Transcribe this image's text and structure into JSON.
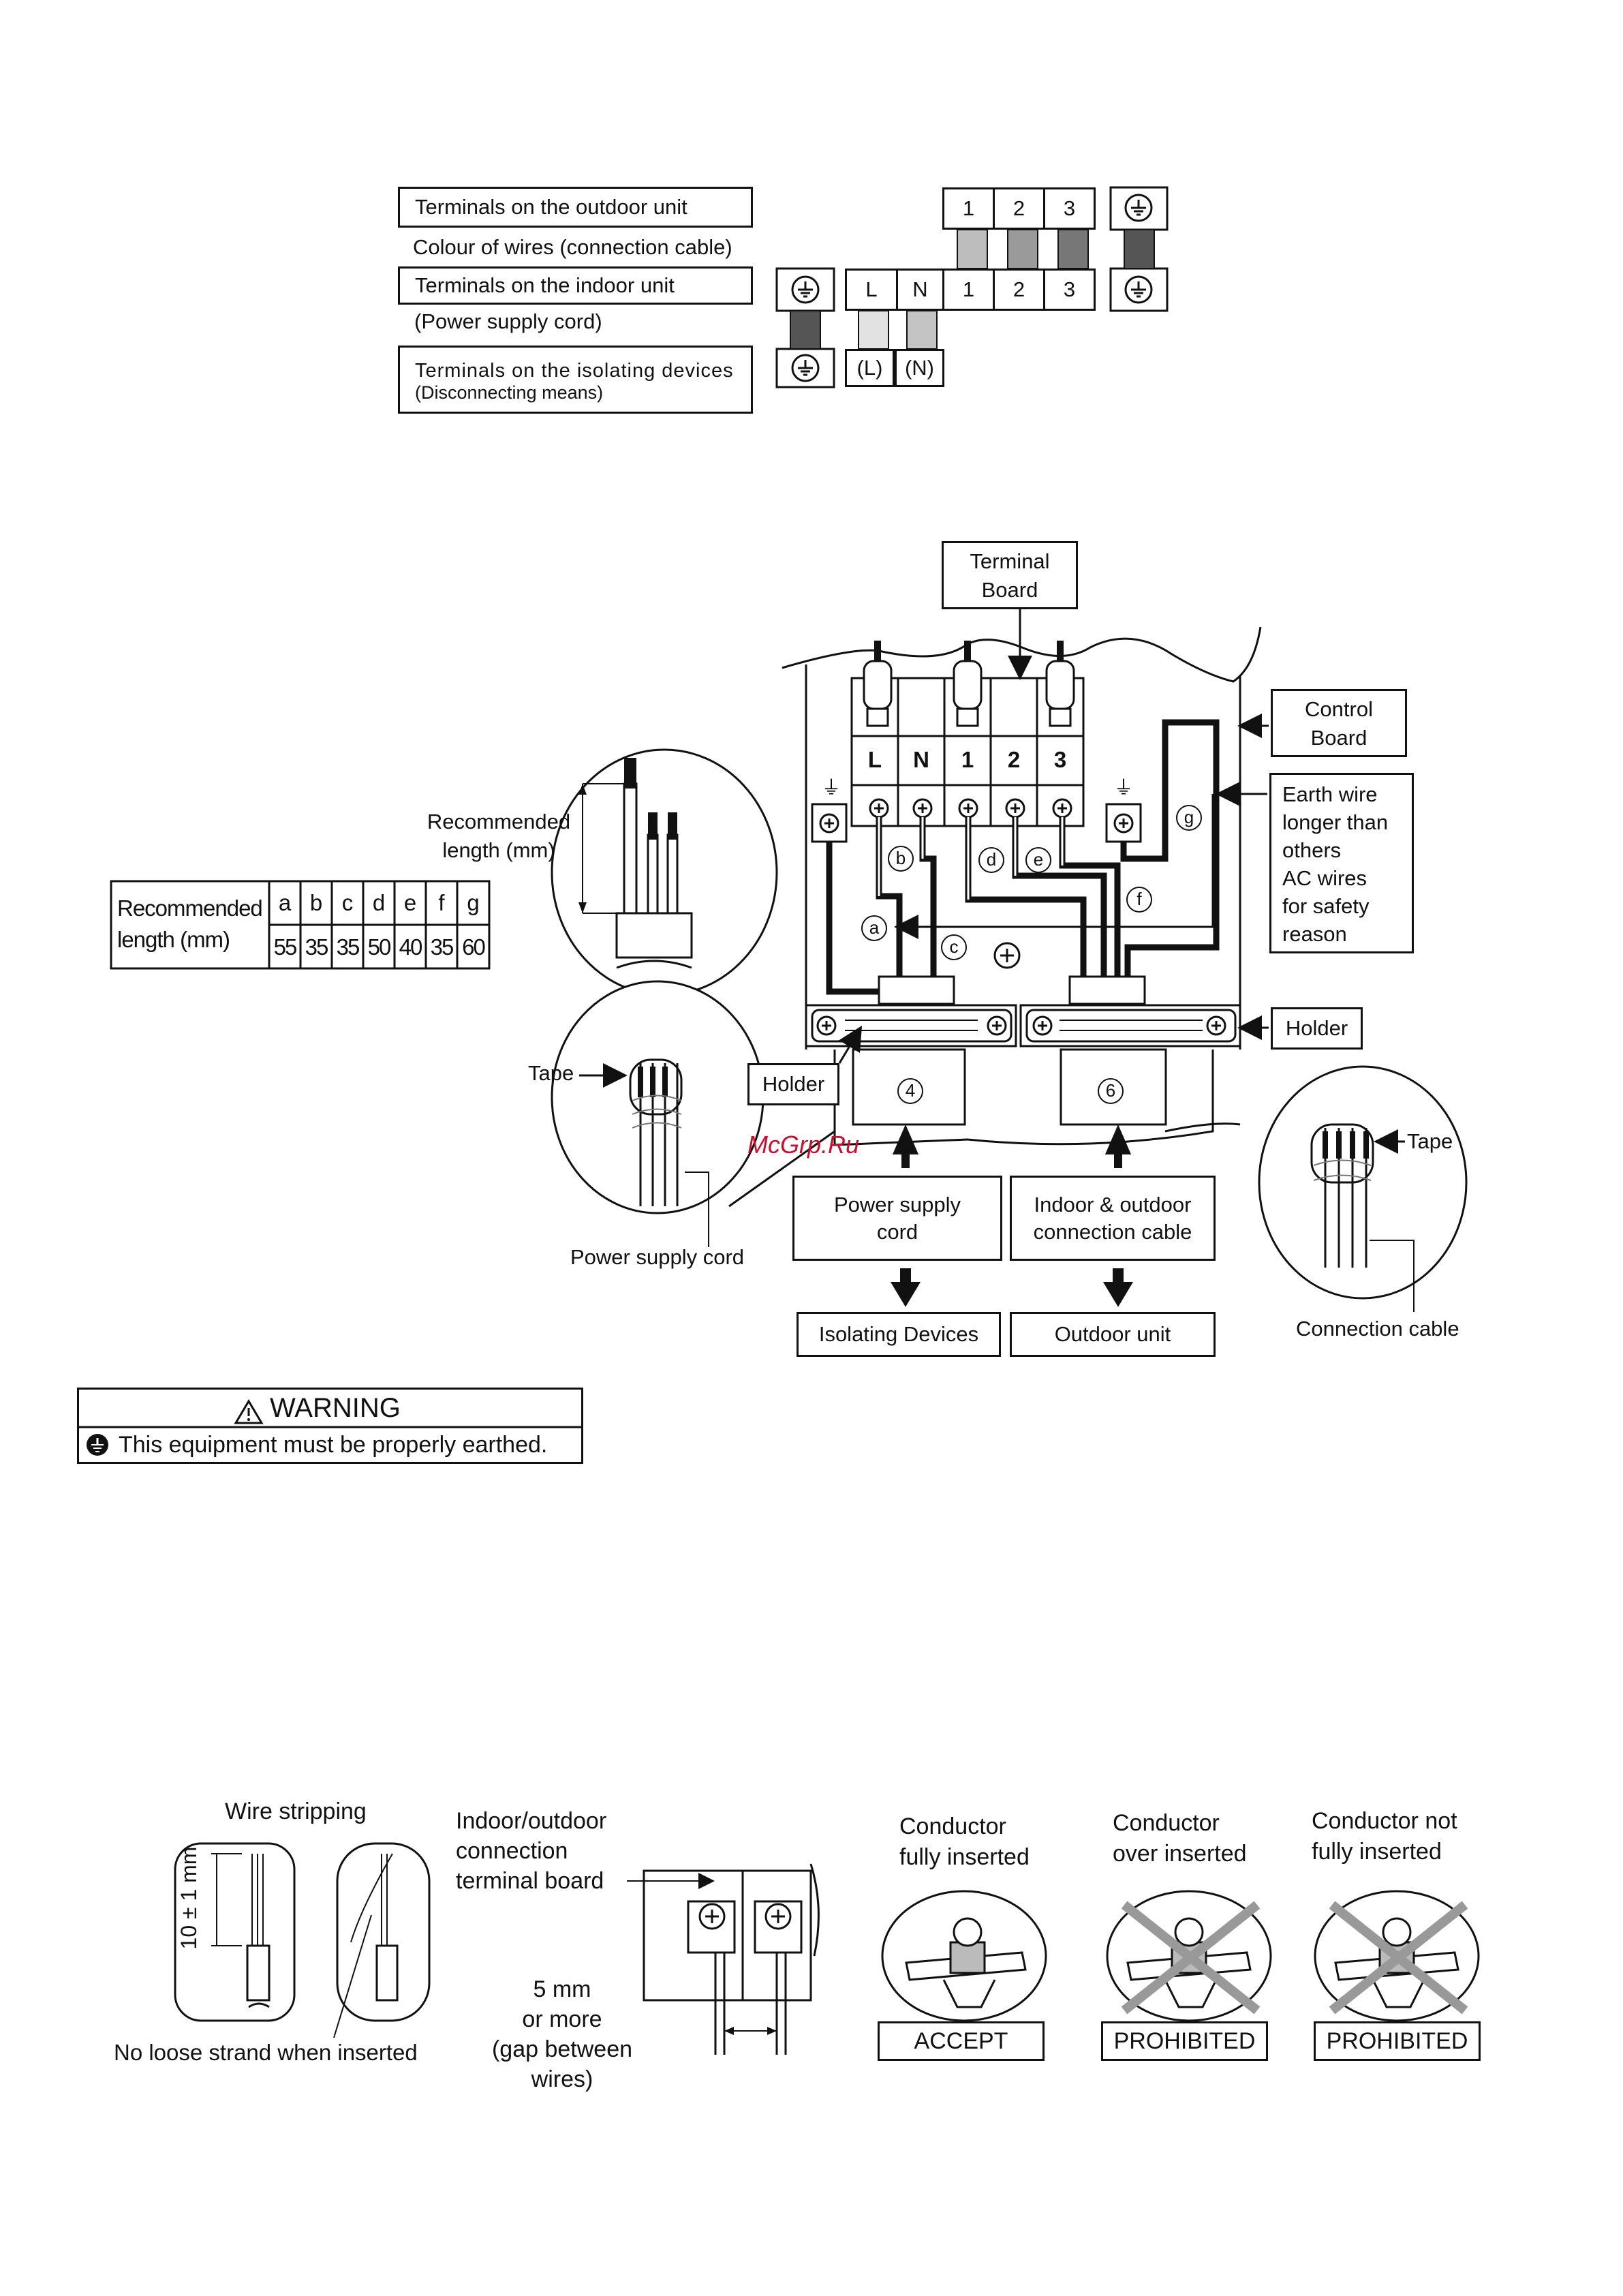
{
  "legend": {
    "outdoor_terminals_label": "Terminals on the outdoor unit",
    "wire_colour_label": "Colour of wires (connection cable)",
    "indoor_terminals_label": "Terminals on the indoor unit",
    "power_cord_label": "(Power supply cord)",
    "isolating_label_1": "Terminals on the isolating devices",
    "isolating_label_2": "(Disconnecting means)",
    "outdoor_cells": [
      "1",
      "2",
      "3"
    ],
    "indoor_cells": [
      "L",
      "N",
      "1",
      "2",
      "3"
    ],
    "isolating_cells": [
      "(L)",
      "(N)"
    ]
  },
  "main": {
    "terminal_board_label": "Terminal\nBoard",
    "control_board_label": "Control\nBoard",
    "earth_wire_note": "Earth wire\nlonger than\nothers\nAC wires\nfor safety\nreason",
    "holder_right": "Holder",
    "holder_left": "Holder",
    "terminal_labels": [
      "L",
      "N",
      "1",
      "2",
      "3"
    ],
    "wire_letters": [
      "a",
      "b",
      "c",
      "d",
      "e",
      "f",
      "g"
    ],
    "inlet_left": "4",
    "inlet_right": "6",
    "power_supply_cord": "Power supply\ncord",
    "connection_cable_box": "Indoor & outdoor\nconnection cable",
    "isolating_devices": "Isolating Devices",
    "outdoor_unit": "Outdoor unit",
    "watermark": "McGrp.Ru",
    "recommended_length_callout": "Recommended\nlength (mm)",
    "tape_left": "Tape",
    "tape_right": "Tape",
    "power_supply_cord_callout": "Power supply cord",
    "connection_cable_callout": "Connection cable"
  },
  "length_table": {
    "header": "Recommended\nlength (mm)",
    "letters": [
      "a",
      "b",
      "c",
      "d",
      "e",
      "f",
      "g"
    ],
    "values": [
      "55",
      "35",
      "35",
      "50",
      "40",
      "35",
      "60"
    ]
  },
  "warning": {
    "title": "WARNING",
    "text": "This equipment must be properly earthed."
  },
  "bottom": {
    "wire_stripping": "Wire stripping",
    "dimension": "10 ± 1 mm",
    "no_loose": "No loose strand when inserted",
    "terminal_board_label": "Indoor/outdoor\nconnection\nterminal board",
    "gap_label": "5 mm\nor more\n(gap between\nwires)",
    "conductor_full": "Conductor\nfully inserted",
    "conductor_over": "Conductor\nover inserted",
    "conductor_not": "Conductor not\nfully inserted",
    "accept": "ACCEPT",
    "prohibited_1": "PROHIBITED",
    "prohibited_2": "PROHIBITED"
  }
}
